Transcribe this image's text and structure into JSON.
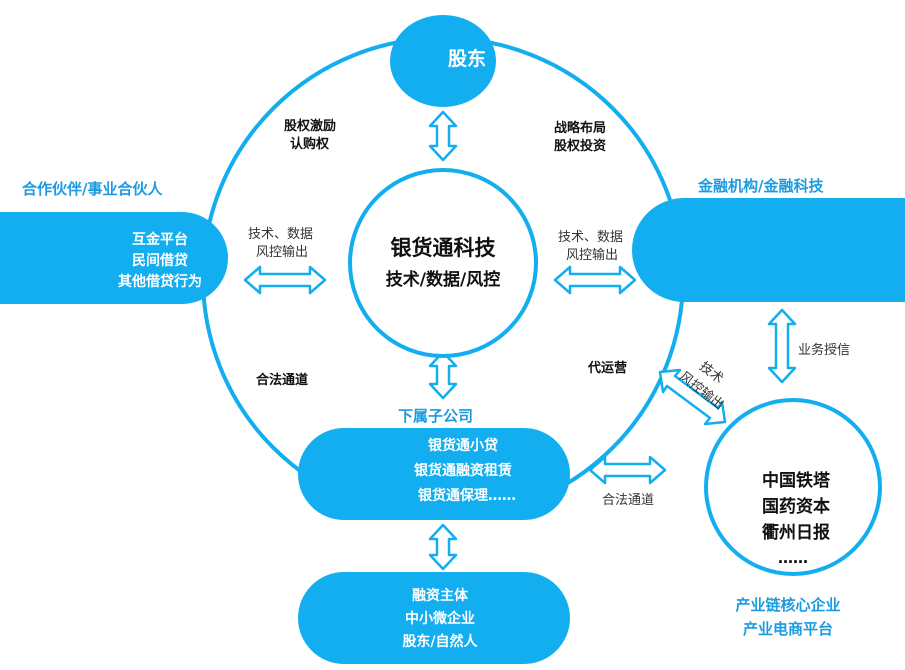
{
  "center": {
    "title": "银货通科技",
    "subtitle": "技术/数据/风控"
  },
  "shareholders": {
    "label": "股东"
  },
  "left": {
    "heading": "合作伙伴/事业合伙人",
    "lines": [
      "互金平台",
      "民间借贷",
      "其他借贷行为"
    ]
  },
  "right": {
    "heading": "金融机构/金融科技"
  },
  "subsidiary": {
    "heading": "下属子公司",
    "lines": [
      "银货通小贷",
      "银货通融资租赁",
      "银货通保理……"
    ]
  },
  "financing": {
    "lines": [
      "融资主体",
      "中小微企业",
      "股东/自然人"
    ]
  },
  "industry": {
    "lines": [
      "中国铁塔",
      "国药资本",
      "衢州日报",
      "……"
    ],
    "caption": [
      "产业链核心企业",
      "产业电商平台"
    ]
  },
  "labels": {
    "equity_incentive": [
      "股权激励",
      "认购权"
    ],
    "strategy": [
      "战略布局",
      "股权投资"
    ],
    "tech_left": [
      "技术、数据",
      "风控输出"
    ],
    "tech_right": [
      "技术、数据",
      "风控输出"
    ],
    "legal_left": "合法通道",
    "agency": "代运营",
    "tech_diag": [
      "技术",
      "风控输出"
    ],
    "credit": "业务授信",
    "legal_bottom": "合法通道"
  }
}
